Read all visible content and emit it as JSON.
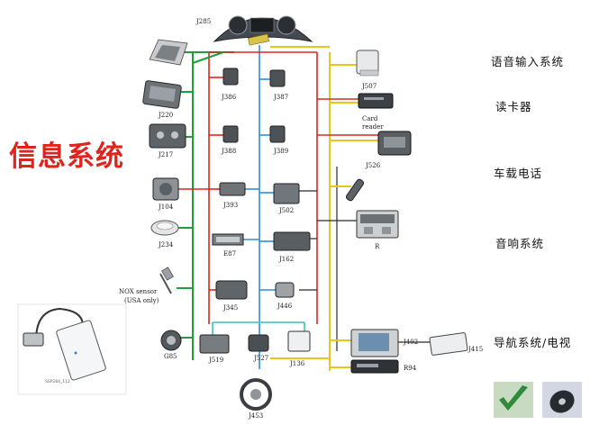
{
  "title": "信息系统",
  "systems": {
    "voice_input": "语音输入系统",
    "card_reader": "读卡器",
    "car_phone": "车载电话",
    "audio": "音响系统",
    "navigation_tv": "导航系统/电视"
  },
  "components": {
    "j285": "J285",
    "j386": "J386",
    "j387": "J387",
    "j220": "J220",
    "j217": "J217",
    "j388": "J388",
    "j389": "J389",
    "j104": "J104",
    "j393": "J393",
    "j502": "J502",
    "j234": "J234",
    "e87": "E87",
    "j162": "J162",
    "r": "R",
    "nox1": "NOX sensor",
    "nox2": "(USA only)",
    "j345": "J345",
    "j446": "J446",
    "g85": "G85",
    "j519": "J519",
    "j527": "J527",
    "j136": "J136",
    "j453": "J453",
    "j507": "J507",
    "card1": "Card",
    "card2": "reader",
    "j526": "J526",
    "j402": "J402",
    "j415": "J415",
    "r94": "R94"
  },
  "figure_code": "SSP284_112",
  "colors": {
    "title": "#e0231c",
    "green": "#1f9e3a",
    "red": "#d8281e",
    "yellow": "#e9c61a",
    "blue": "#2d8fd6",
    "black": "#2a2a2a",
    "cyan": "#4fc9c4"
  },
  "icons": [
    "check-icon",
    "disc-icon"
  ]
}
